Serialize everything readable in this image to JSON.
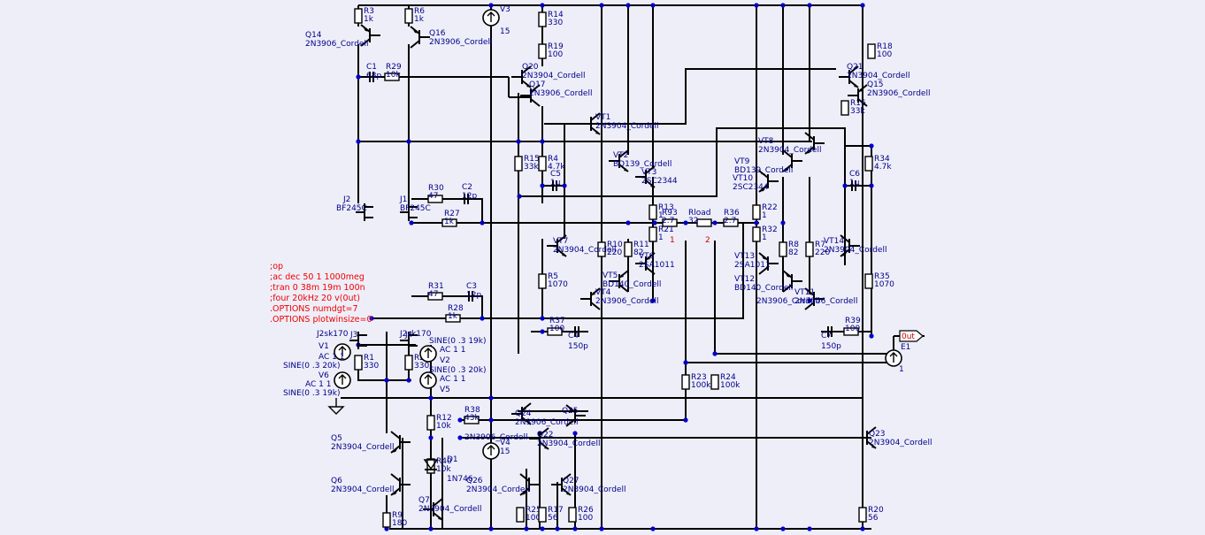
{
  "colors": {
    "background": "#eeeef8",
    "wire": "#000000",
    "label": "#00008a",
    "directive": "#ee0000",
    "junction": "#0000cc"
  },
  "directives": [
    ";op",
    ";ac dec 50 1 1000meg",
    ";tran 0 38m 19m 100n",
    ";four 20kHz 20 v(0ut)",
    ".OPTIONS numdgt=7",
    ".OPTIONS plotwinsize=0"
  ],
  "out_label": "0ut",
  "nodes": {
    "n1": "1",
    "n2": "2"
  },
  "resistors": [
    {
      "ref": "R3",
      "val": "1k"
    },
    {
      "ref": "R6",
      "val": "1k"
    },
    {
      "ref": "R14",
      "val": "330"
    },
    {
      "ref": "R19",
      "val": "100"
    },
    {
      "ref": "R29",
      "val": "10k"
    },
    {
      "ref": "R18",
      "val": "100"
    },
    {
      "ref": "R16",
      "val": "33k"
    },
    {
      "ref": "R15",
      "val": "33k"
    },
    {
      "ref": "R4",
      "val": "4.7k"
    },
    {
      "ref": "R30",
      "val": "47"
    },
    {
      "ref": "R27",
      "val": "1k"
    },
    {
      "ref": "R13",
      "val": "1"
    },
    {
      "ref": "R93",
      "val": "2.7"
    },
    {
      "ref": "Rload",
      "val": "32"
    },
    {
      "ref": "R36",
      "val": "2.7"
    },
    {
      "ref": "R22",
      "val": "1"
    },
    {
      "ref": "R34",
      "val": "4.7k"
    },
    {
      "ref": "R21",
      "val": "1"
    },
    {
      "ref": "R32",
      "val": "1"
    },
    {
      "ref": "R10",
      "val": "220"
    },
    {
      "ref": "R11",
      "val": "82"
    },
    {
      "ref": "R8",
      "val": "82"
    },
    {
      "ref": "R7",
      "val": "220"
    },
    {
      "ref": "R5",
      "val": "1070"
    },
    {
      "ref": "R35",
      "val": "1070"
    },
    {
      "ref": "R31",
      "val": "47"
    },
    {
      "ref": "R28",
      "val": "1k"
    },
    {
      "ref": "R37",
      "val": "100"
    },
    {
      "ref": "R39",
      "val": "100"
    },
    {
      "ref": "R1",
      "val": "330"
    },
    {
      "ref": "R2",
      "val": "330"
    },
    {
      "ref": "R23",
      "val": "100k"
    },
    {
      "ref": "R24",
      "val": "100k"
    },
    {
      "ref": "R12",
      "val": "10k"
    },
    {
      "ref": "R38",
      "val": "43k"
    },
    {
      "ref": "R40",
      "val": "10k"
    },
    {
      "ref": "R9",
      "val": "180"
    },
    {
      "ref": "R25",
      "val": "100"
    },
    {
      "ref": "R17",
      "val": "56"
    },
    {
      "ref": "R26",
      "val": "100"
    },
    {
      "ref": "R20",
      "val": "56"
    }
  ],
  "capacitors": [
    {
      "ref": "C1",
      "val": "68p"
    },
    {
      "ref": "C2",
      "val": "12p"
    },
    {
      "ref": "C5",
      "val": "1µ"
    },
    {
      "ref": "C6",
      "val": "1µ"
    },
    {
      "ref": "C3",
      "val": "12p"
    },
    {
      "ref": "C4",
      "val": "150p"
    },
    {
      "ref": "C7",
      "val": "150p"
    }
  ],
  "transistors": [
    {
      "ref": "Q14",
      "model": "2N3906_Cordell"
    },
    {
      "ref": "Q16",
      "model": "2N3906_Cordell"
    },
    {
      "ref": "Q20",
      "model": "2N3904_Cordell"
    },
    {
      "ref": "Q17",
      "model": "2N3906_Cordell"
    },
    {
      "ref": "Q21",
      "model": "2N3904_Cordell"
    },
    {
      "ref": "Q15",
      "model": "2N3906_Cordell"
    },
    {
      "ref": "VT1",
      "model": "2N3904_Cordell"
    },
    {
      "ref": "VT2",
      "model": "BD139_Cordell"
    },
    {
      "ref": "VT3",
      "model": "2SC2344"
    },
    {
      "ref": "VT8",
      "model": "2N3904_Cordell"
    },
    {
      "ref": "VT9",
      "model": "BD139_Cordell"
    },
    {
      "ref": "VT10",
      "model": "2SC2344"
    },
    {
      "ref": "VT7",
      "model": "2N3904_Cordell"
    },
    {
      "ref": "VT6",
      "model": "2SA1011"
    },
    {
      "ref": "VT5",
      "model": "BD140_Cordell"
    },
    {
      "ref": "VT4",
      "model": "2N3906_Cordell"
    },
    {
      "ref": "VT14",
      "model": "2N3904_Cordell"
    },
    {
      "ref": "VT13",
      "model": "2SA1011"
    },
    {
      "ref": "VT12",
      "model": "BD140_Cordell"
    },
    {
      "ref": "VT11",
      "model": "2N3906_Cordell"
    },
    {
      "ref": "Q5",
      "model": "2N3904_Cordell"
    },
    {
      "ref": "Q6",
      "model": "2N3904_Cordell"
    },
    {
      "ref": "Q7",
      "model": "2N3904_Cordell"
    },
    {
      "ref": "Q24",
      "model": "2N3906_Cordell"
    },
    {
      "ref": "Q25",
      "model": ""
    },
    {
      "ref": "Q22",
      "model": "2N3904_Cordell"
    },
    {
      "ref": "Q26",
      "model": "2N3904_Cordell"
    },
    {
      "ref": "Q27",
      "model": "2N3904_Cordell"
    },
    {
      "ref": "Q23",
      "model": "2N3904_Cordell"
    }
  ],
  "jfets": [
    {
      "ref": "J2",
      "model": "BF245C"
    },
    {
      "ref": "J1",
      "model": "BF245C"
    },
    {
      "ref": "J3",
      "model": "2sk170"
    },
    {
      "ref": "J4",
      "model": "2sk170"
    }
  ],
  "sources": [
    {
      "ref": "V3",
      "val": "15"
    },
    {
      "ref": "V4",
      "val": "15"
    },
    {
      "ref": "V1",
      "l1": "AC 1 1",
      "l2": "SINE(0 .3 20k)"
    },
    {
      "ref": "V6",
      "l1": "AC 1 1",
      "l2": "SINE(0 .3 19k)"
    },
    {
      "ref": "V2",
      "l1": "SINE(0 .3 19k)",
      "l2": "AC 1 1"
    },
    {
      "ref": "V5",
      "l1": "SINE(0 .3 20k)",
      "l2": "AC 1 1"
    },
    {
      "ref": "E1",
      "val": "1"
    }
  ],
  "diodes": [
    {
      "ref": "D1",
      "model": "1N746"
    }
  ],
  "extra_labels": {
    "j2sk": "J2sk170",
    "j4sk": "J2sk170",
    "q24model": "2N3906_Cordell",
    "vt12model": "2N3906_Cordell"
  }
}
